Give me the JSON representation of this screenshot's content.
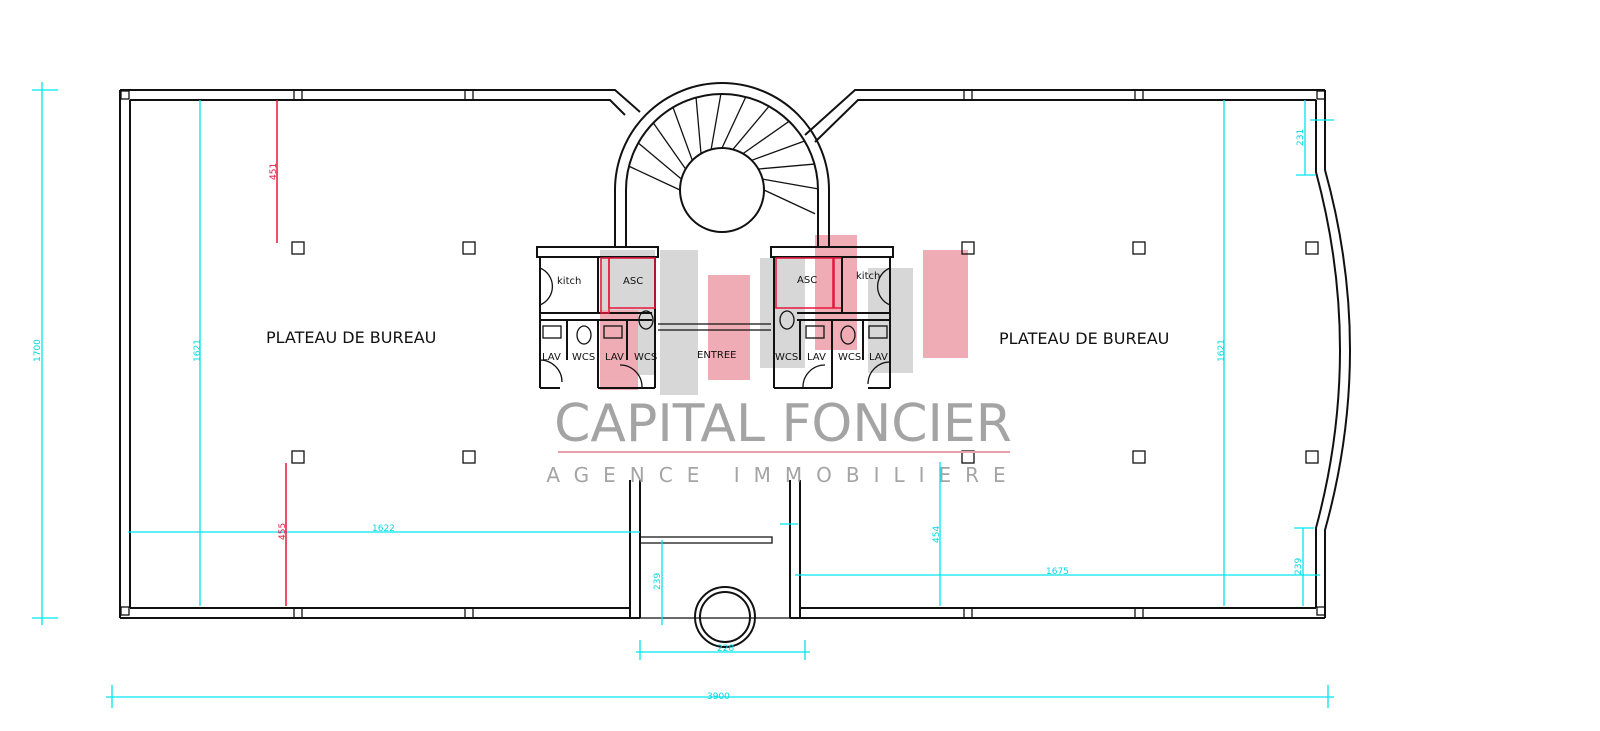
{
  "rooms": {
    "left_plateau": "PLATEAU  DE  BUREAU",
    "right_plateau": "PLATEAU  DE  BUREAU",
    "kitch_left": "kitch",
    "asc_left": "ASC",
    "kitch_right": "kitch",
    "asc_right": "ASC",
    "entree": "ENTREE",
    "left_core": [
      "LAV",
      "WCS",
      "LAV",
      "WCS"
    ],
    "right_core": [
      "WCS",
      "LAV",
      "WCS",
      "LAV"
    ]
  },
  "dimensions": {
    "total_height": "1700",
    "left_inner_height": "1621",
    "right_inner_height": "1621",
    "left_top_offset": "451",
    "left_bottom_offset": "455",
    "left_width": "1622",
    "right_width": "1675",
    "right_bottom_offset": "454",
    "entry_depth": "239",
    "entry_width": "228",
    "total_width": "3900",
    "right_top_offset": "231",
    "right_bottom_small": "239"
  },
  "watermark": {
    "name": "CAPITAL FONCIER",
    "tagline": "AGENCE IMMOBILIERE"
  },
  "colors": {
    "dimension": "#00e5ee",
    "red_dimension": "#e8163c",
    "wall": "#111111"
  }
}
